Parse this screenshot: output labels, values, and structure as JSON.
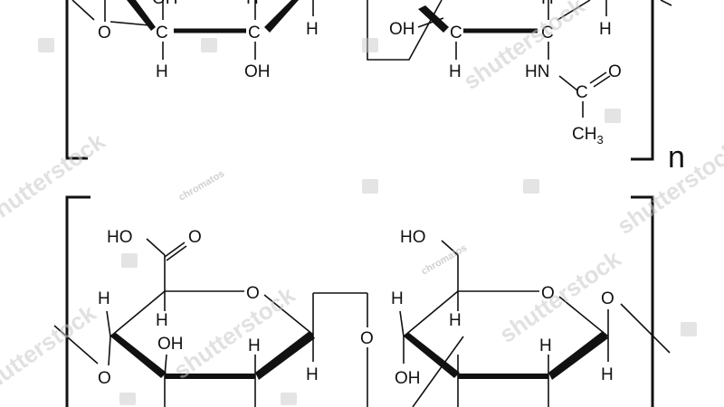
{
  "colors": {
    "ink": "#111111",
    "background": "#ffffff",
    "watermark": "#c9c9c9"
  },
  "labels": {
    "O": "O",
    "C": "C",
    "H": "H",
    "OH": "OH",
    "HO": "HO",
    "HN": "HN",
    "CH": "CH",
    "three": "3",
    "n": "n"
  },
  "watermarks": {
    "brand": "shutterstock",
    "credit": "chromatos"
  }
}
